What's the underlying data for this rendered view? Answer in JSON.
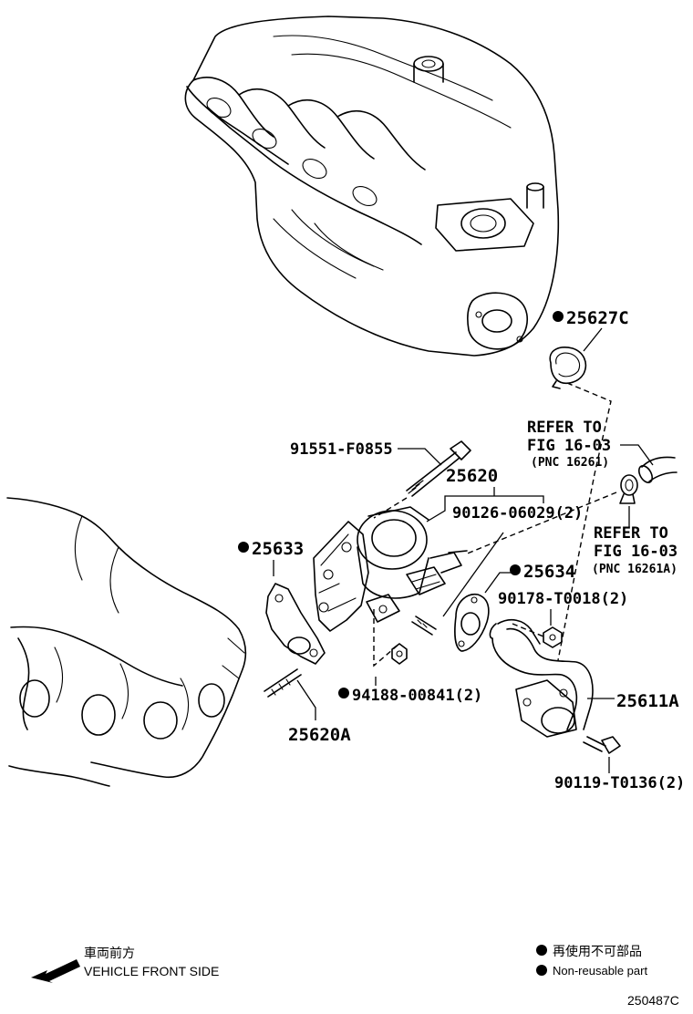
{
  "parts": {
    "p25627C": "25627C",
    "p91551": "91551-F0855",
    "p25620": "25620",
    "p90126": "90126-06029(2)",
    "p25633": "25633",
    "p25634": "25634",
    "p90178": "90178-T0018(2)",
    "p94188": "94188-00841(2)",
    "p25611A": "25611A",
    "p25620A": "25620A",
    "p90119": "90119-T0136(2)"
  },
  "refs": {
    "ref1_line1": "REFER TO",
    "ref1_line2": "FIG 16-03",
    "ref1_line3": "(PNC 16261)",
    "ref2_line1": "REFER TO",
    "ref2_line2": "FIG 16-03",
    "ref2_line3": "(PNC 16261A)"
  },
  "legend": {
    "front_jp": "車両前方",
    "front_en": "VEHICLE FRONT SIDE",
    "nonreuse_jp": "再使用不可部品",
    "nonreuse_en": "Non-reusable part"
  },
  "figure_id": "250487C"
}
